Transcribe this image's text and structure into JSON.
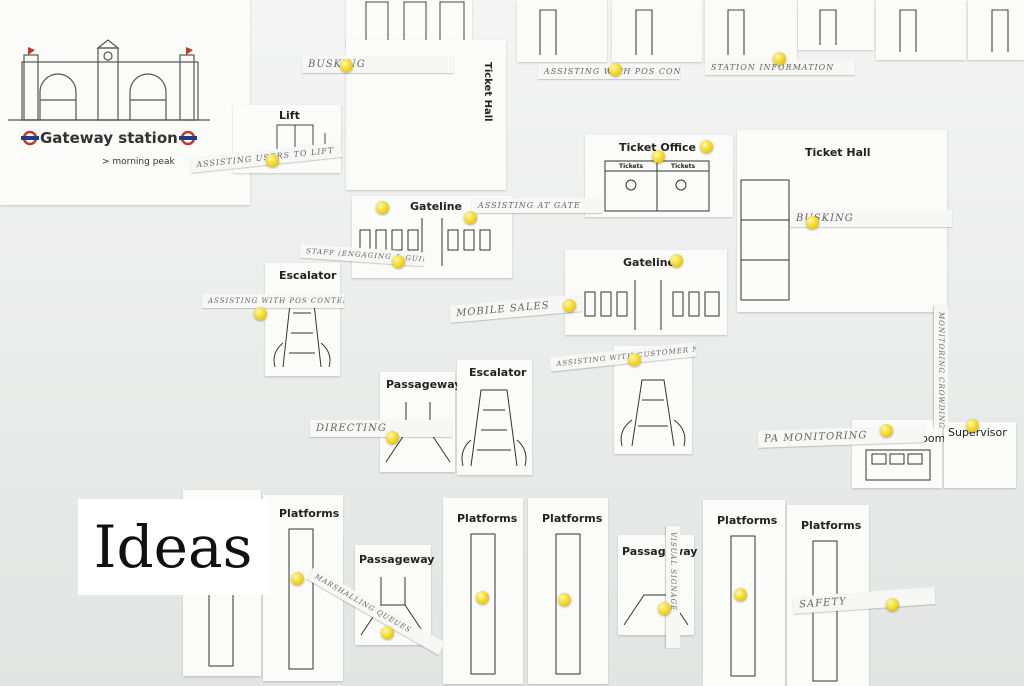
{
  "station": {
    "name": "Gateway station",
    "subtitle": "> morning peak"
  },
  "overlay": {
    "label": "Ideas"
  },
  "cards": {
    "lift": "Lift",
    "ticket_hall_vertical": "Ticket Hall",
    "gateline_1": "Gateline",
    "gateline_2": "Gateline",
    "ticket_office": "Ticket Office",
    "ticket_hall": "Ticket Hall",
    "escalator_1": "Escalator",
    "escalator_2": "Escalator",
    "passageway_1": "Passageway",
    "passageway_2": "Passageway",
    "passageway_3": "Passageway",
    "platforms": [
      "Platforms",
      "Platforms",
      "Platforms",
      "Platforms",
      "Platforms"
    ],
    "tickets_small": [
      "Tickets",
      "Tickets"
    ]
  },
  "notes": {
    "busking_1": "BUSKING",
    "busking_2": "BUSKING",
    "assisting_pos": "ASSISTING WITH POS CONTENT",
    "station_information": "STATION INFORMATION",
    "assisting_lift": "ASSISTING USERS TO LIFT",
    "assisting_gate": "ASSISTING AT GATE",
    "staff": "STAFF (ENGAGING & GUIDING)",
    "mobile": "MOBILE SALES",
    "assisting_pos_2": "ASSISTING WITH POS CONTENT",
    "assisting_customers": "ASSISTING WITH CUSTOMER NEEDS",
    "directing": "DIRECTING",
    "pa_monitor": "PA MONITORING",
    "room": "Room",
    "supervisor": "Supervisor",
    "marshalling": "MARSHALLING QUEUES",
    "safety": "SAFETY",
    "vertical_note": "MONITORING CROWDING",
    "vertical_note_2": "VISUAL SIGNAGE"
  }
}
